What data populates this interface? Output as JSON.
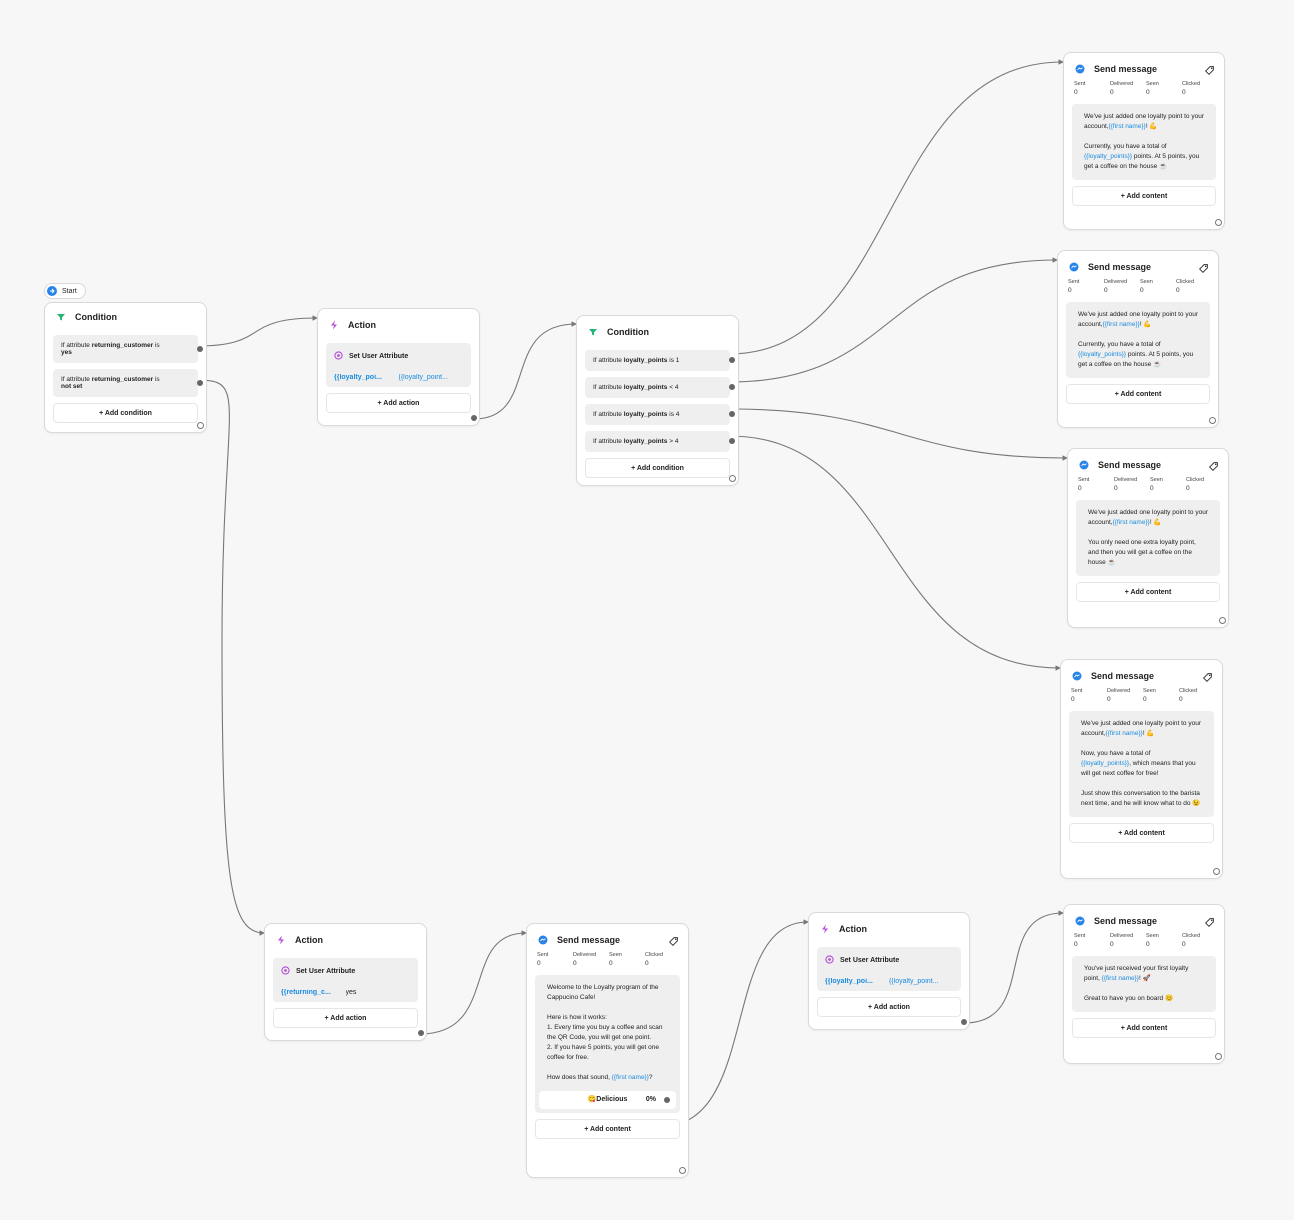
{
  "start": {
    "label": "Start"
  },
  "labels": {
    "condition": "Condition",
    "action": "Action",
    "send_message": "Send message",
    "add_condition": "+ Add condition",
    "add_action": "+ Add action",
    "add_content": "+ Add content",
    "set_user_attribute": "Set User Attribute",
    "if_attribute": "If attribute",
    "is": "is"
  },
  "stats": {
    "sent": "Sent",
    "delivered": "Delivered",
    "seen": "Seen",
    "clicked": "Clicked",
    "zero": "0"
  },
  "cond1": {
    "rows": [
      {
        "attr": "returning_customer",
        "rest": "is",
        "value": "yes"
      },
      {
        "attr": "returning_customer",
        "rest": "is",
        "value": "not set"
      }
    ]
  },
  "action1": {
    "key": "{{loyalty_poi...",
    "value": "{{loyalty_point..."
  },
  "cond2": {
    "rows": [
      {
        "attr": "loyalty_points",
        "rest": "is 1"
      },
      {
        "attr": "loyalty_points",
        "rest": "< 4"
      },
      {
        "attr": "loyalty_points",
        "rest": "is 4"
      },
      {
        "attr": "loyalty_points",
        "rest": "> 4"
      }
    ]
  },
  "msg1": {
    "l1": "We've just added one loyalty point to your account,",
    "name": "{{first name}}",
    "l1end": "! 💪",
    "l2a": "Currently, you have a total of ",
    "points": "{{loyalty_points}}",
    "l2b": " points. At 5 points, you get a coffee on the house ☕"
  },
  "msg3": {
    "l1": "We've just added one loyalty point to your account,",
    "name": "{{first name}}",
    "l1end": "! 💪",
    "l2": "You only need one extra loyalty point, and then you will get a coffee on the house ☕"
  },
  "msg4": {
    "l1": "We've just added one loyalty point to your account,",
    "name": "{{first name}}",
    "l1end": "! 💪",
    "l2a": "Now, you have a total of ",
    "points": "{{loyalty_points}}",
    "l2b": ", which means that you will get next coffee for free!",
    "l3": "Just show this conversation to the barista next time, and he will know what to do 😉"
  },
  "action2": {
    "key": "{{returning_c...",
    "value": "yes"
  },
  "welcome": {
    "p1": "Welcome to the Loyalty program of the Cappucino Cafe!",
    "p2": "Here is how it works:",
    "p3": "1. Every time you buy a coffee and scan the QR Code, you will get one point.",
    "p4": "2. If you have 5 points, you will get one coffee for free.",
    "p5a": "How does that sound, ",
    "name": "{{first name}}",
    "p5b": "?",
    "qr_label": "😋Delicious",
    "qr_pct": "0%"
  },
  "action3": {
    "key": "{{loyalty_poi...",
    "value": "{{loyalty_point..."
  },
  "msg_first": {
    "l1a": "You've just received your first loyalty point, ",
    "name": "{{first name}}",
    "l1b": "! 🚀",
    "l2": "Great to have you on board 😊"
  },
  "colors": {
    "edge": "#777777",
    "accent_blue": "#1a8be0",
    "condition_icon": "#22b573",
    "action_icon": "#b44fd6",
    "messenger": "#2a84e8"
  }
}
